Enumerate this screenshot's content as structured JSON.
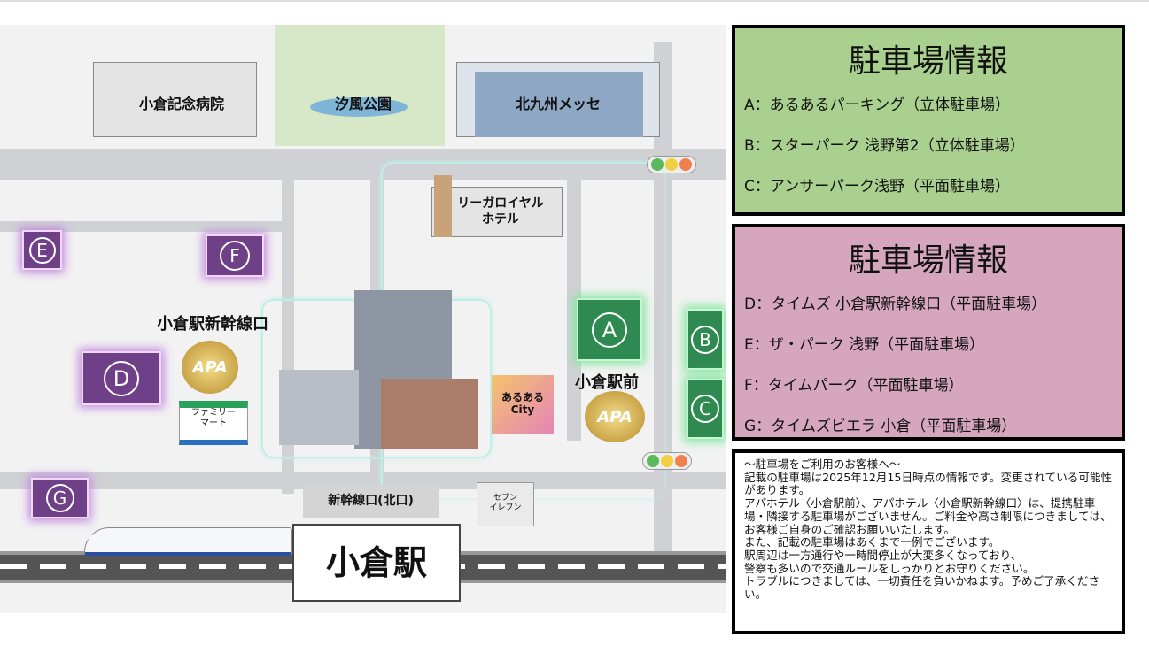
{
  "map": {
    "landmarks": {
      "hospital": "小倉記念病院",
      "park": "汐風公園",
      "messe": "北九州メッセ",
      "hotel": "リーガロイヤル\nホテル",
      "shinkansen_exit": "小倉駅新幹線口",
      "station_front": "小倉駅前",
      "familymart": "ファミリー\nマート",
      "aruaru_city": "あるある\nCity",
      "north_exit": "新幹線口(北口)",
      "seven_eleven": "セブン\nイレブン",
      "station": "小倉駅",
      "apa_logo": "APA"
    },
    "markers": [
      "A",
      "B",
      "C",
      "D",
      "E",
      "F",
      "G"
    ],
    "colors": {
      "green_marker": "#2f8a52",
      "purple_marker": "#6f3f87"
    }
  },
  "panel_green": {
    "title": "駐車場情報",
    "items": [
      "A：あるあるパーキング（立体駐車場）",
      "B：スターパーク 浅野第2（立体駐車場）",
      "C：アンサーパーク浅野（平面駐車場）"
    ],
    "color": "#a9d08e"
  },
  "panel_pink": {
    "title": "駐車場情報",
    "items": [
      "D：タイムズ 小倉駅新幹線口（平面駐車場）",
      "E：ザ・パーク 浅野（平面駐車場）",
      "F：タイムパーク（平面駐車場）",
      "G：タイムズビエラ 小倉（平面駐車場）"
    ],
    "color": "#d5a6bd"
  },
  "notice": {
    "lines": [
      "～駐車場をご利用のお客様へ～",
      "記載の駐車場は2025年12月15日時点の情報です。変更されている可能性があります。",
      "アパホテル〈小倉駅前〉、アパホテル〈小倉駅新幹線口〉は、提携駐車場・隣接する駐車場がございません。ご料金や高さ制限につきましては、お客様ご自身のご確認お願いいたします。",
      "また、記載の駐車場はあくまで一例でございます。",
      "駅周辺は一方通行や一時間停止が大変多くなっており、",
      "警察も多いので交通ルールをしっかりとお守りください。",
      "トラブルにつきましては、一切責任を負いかねます。予めご了承ください。"
    ]
  }
}
